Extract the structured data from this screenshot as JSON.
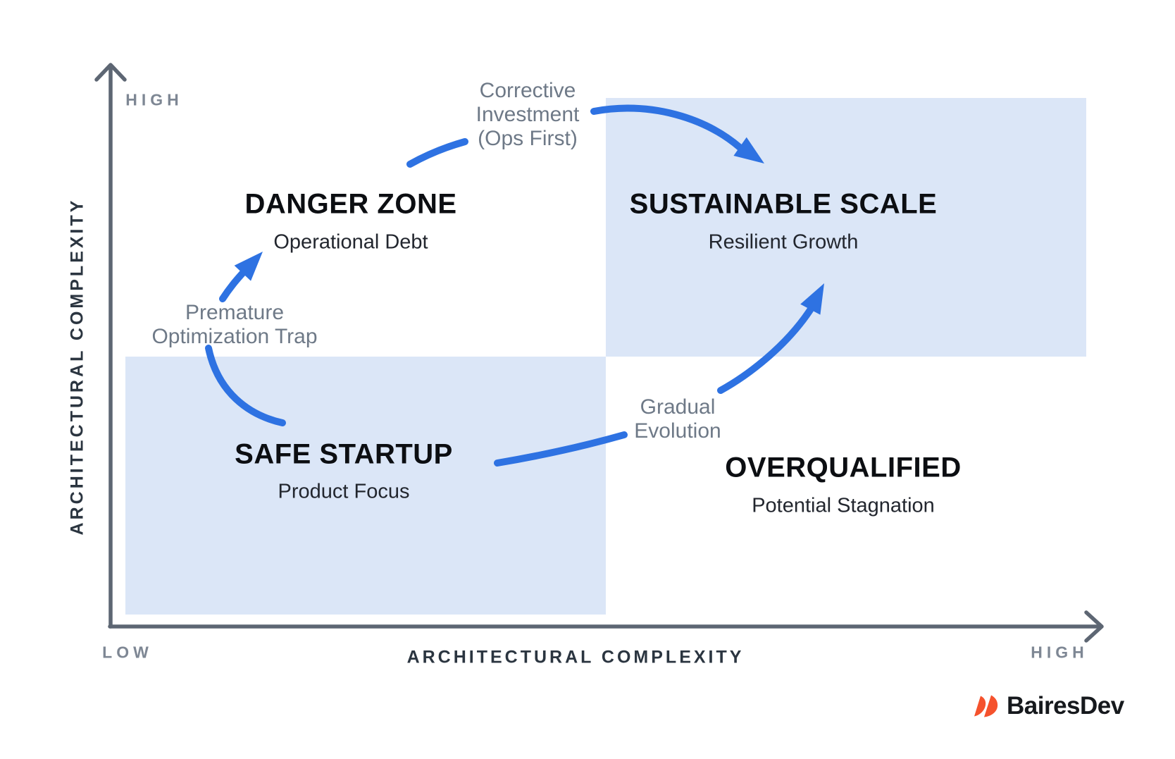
{
  "axes": {
    "y_axis": {
      "label": "ARCHITECTURAL COMPLEXITY",
      "top_end": "HIGH"
    },
    "x_axis": {
      "label": "ARCHITECTURAL COMPLEXITY",
      "left_end": "LOW",
      "right_end": "HIGH"
    }
  },
  "quadrants": [
    {
      "name": "danger-zone",
      "position": "top-left",
      "highlighted": false,
      "title": "DANGER ZONE",
      "subtitle": "Operational Debt"
    },
    {
      "name": "sustainable-scale",
      "position": "top-right",
      "highlighted": true,
      "title": "SUSTAINABLE SCALE",
      "subtitle": "Resilient Growth"
    },
    {
      "name": "safe-startup",
      "position": "bottom-left",
      "highlighted": true,
      "title": "SAFE STARTUP",
      "subtitle": "Product Focus"
    },
    {
      "name": "overqualified",
      "position": "bottom-right",
      "highlighted": false,
      "title": "OVERQUALIFIED",
      "subtitle": "Potential Stagnation"
    }
  ],
  "arrows": [
    {
      "name": "premature-optimization-trap",
      "lines": [
        "Premature",
        "Optimization Trap"
      ]
    },
    {
      "name": "corrective-investment",
      "lines": [
        "Corrective",
        "Investment",
        "(Ops First)"
      ]
    },
    {
      "name": "gradual-evolution",
      "lines": [
        "Gradual",
        "Evolution"
      ]
    }
  ],
  "branding": {
    "logo_text": "BairesDev"
  },
  "colors": {
    "quadrant_fill": "#dbe6f7",
    "arrow_blue": "#2e72e2",
    "axis_gray": "#5d6673",
    "muted_label": "#6e7987",
    "dark_label": "#2b3540",
    "logo_orange": "#f5522d"
  }
}
